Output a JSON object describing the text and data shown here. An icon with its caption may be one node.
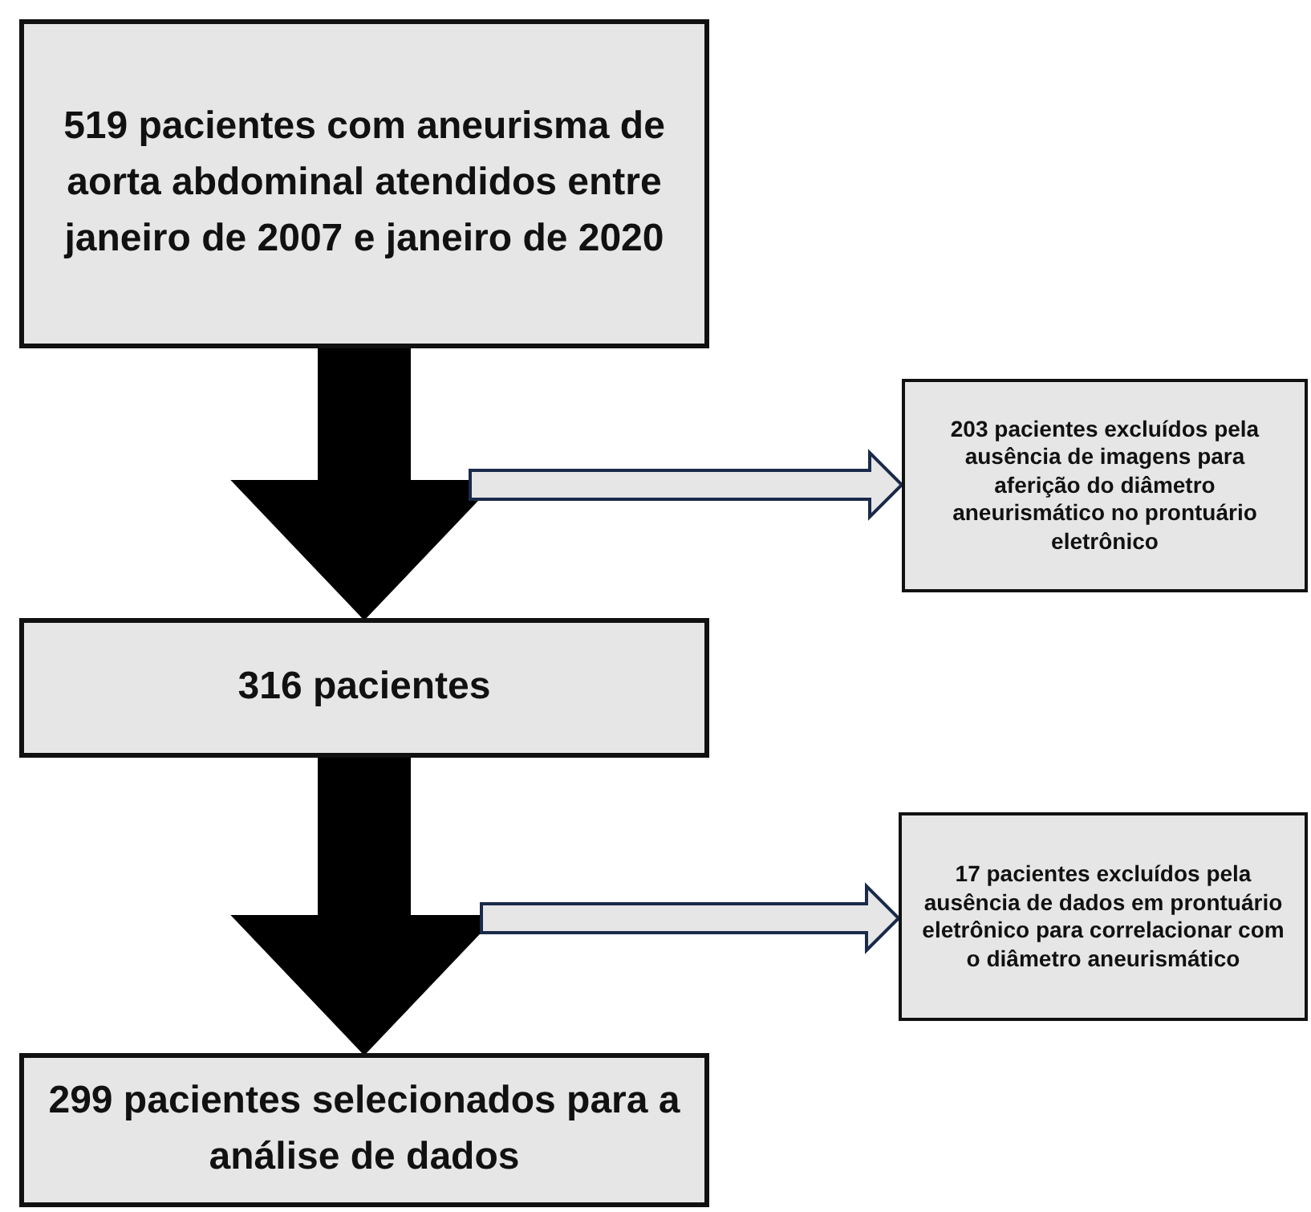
{
  "diagram": {
    "nodes": [
      {
        "text": [
          "519 pacientes com aneurisma de aorta abdominal atendidos entre janeiro de 2007 e janeiro de 2020"
        ]
      },
      {
        "text": [
          "203 pacientes excluídos pela ausência de imagens para aferição do diâmetro aneurismático no prontuário eletrônico"
        ]
      },
      {
        "text": [
          "316 pacientes"
        ]
      },
      {
        "text": [
          "17 pacientes excluídos pela ausência de dados em prontuário eletrônico para correlacionar com o diâmetro aneurismático"
        ]
      },
      {
        "text": [
          "299 pacientes selecionados para a análise de dados"
        ]
      }
    ],
    "edges": [
      {
        "from": 0,
        "to": 2,
        "arrow": "to",
        "style": "thick"
      },
      {
        "from": null,
        "to": 1,
        "arrow": "to"
      },
      {
        "from": 2,
        "to": 4,
        "arrow": "to",
        "style": "thick"
      },
      {
        "from": null,
        "to": 3,
        "arrow": "to"
      }
    ]
  }
}
